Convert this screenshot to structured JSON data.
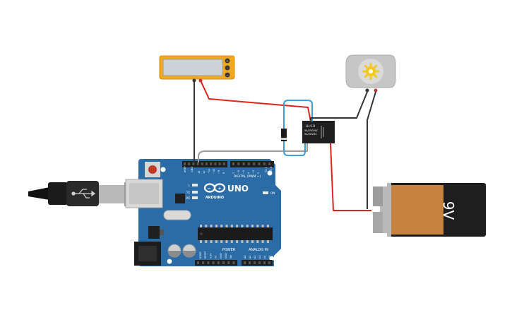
{
  "arduino": {
    "brand_uno": "UNO",
    "brand_name": "ARDUINO",
    "label_digital": "DIGITAL (PWM ~)",
    "label_power": "POWER",
    "label_analog": "ANALOG IN",
    "label_on": "ON",
    "label_l": "L",
    "label_tx": "TX",
    "label_rx": "RX",
    "label_aref": "AREF",
    "label_gnd": "GND",
    "label_tx1": "TX 1",
    "label_rx0": "RX 0",
    "digital_pins": [
      "13",
      "12",
      "~11",
      "~10",
      "~9",
      "8",
      "7",
      "~6",
      "~5",
      "4",
      "~3",
      "2"
    ],
    "power_pins": [
      "IOREF",
      "RESET",
      "3.3V",
      "5V",
      "GND",
      "GND",
      "Vin"
    ],
    "analog_pins": [
      "A0",
      "A1",
      "A2",
      "A3",
      "A4",
      "A5"
    ]
  },
  "relay": {
    "line1": "LU-5-R",
    "line2": "5A/250VAC",
    "line3": "5A/30VDC"
  },
  "battery": {
    "label": "9V"
  },
  "colors": {
    "arduino_board": "#2b6ca6",
    "wire_red": "#e2231a",
    "wire_black": "#333333",
    "wire_blue": "#3b9ed8",
    "wire_gray": "#9a9a9a",
    "battery_body": "#c8823f",
    "sensor_frame": "#f2a81d"
  }
}
